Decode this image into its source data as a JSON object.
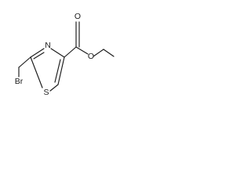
{
  "molecule": {
    "atoms": {
      "br": "Br",
      "n": "N",
      "s": "S",
      "o_carbonyl": "O",
      "o_ester": "O"
    }
  }
}
